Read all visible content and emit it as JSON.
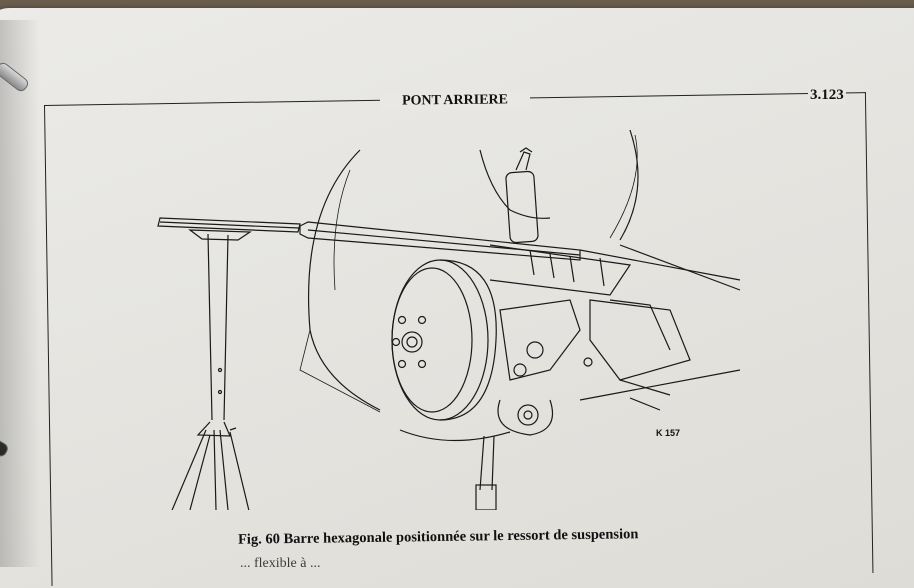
{
  "header": {
    "section_title": "PONT ARRIERE",
    "page_number": "3.123"
  },
  "figure": {
    "reference": "K 157",
    "caption": "Fig. 60 Barre hexagonale positionnée sur le ressort de suspension"
  },
  "footer": {
    "partial_text": "... flexible à ..."
  }
}
